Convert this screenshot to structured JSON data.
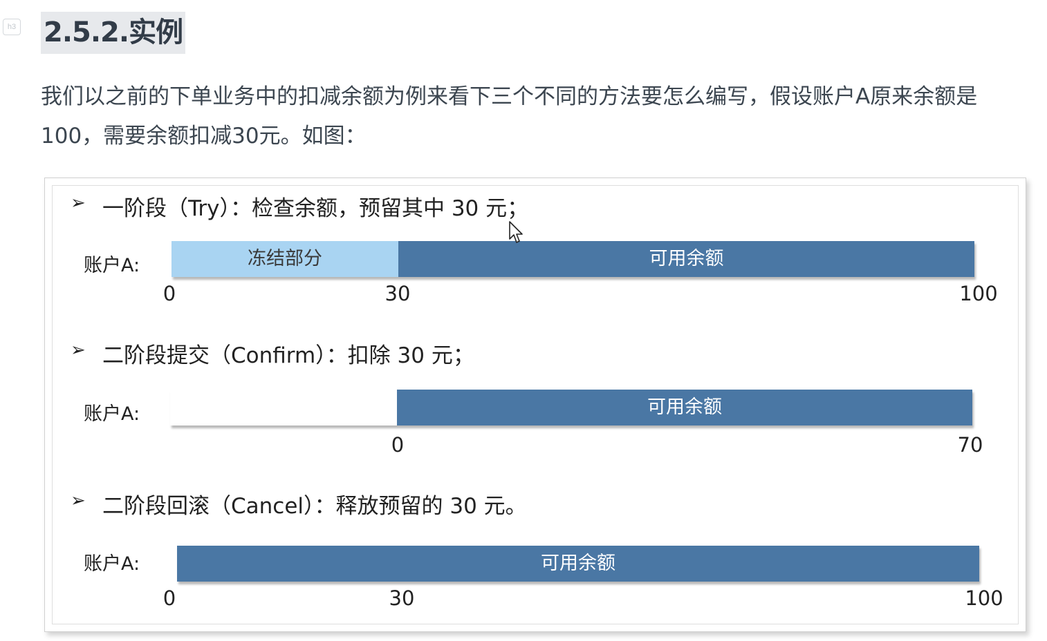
{
  "heading": {
    "tag": "h3",
    "title": "2.5.2.实例"
  },
  "intro": "我们以之前的下单业务中的扣减余额为例来看下三个不同的方法要怎么编写，假设账户A原来余额是100，需要余额扣减30元。如图：",
  "figure": {
    "bullet": "➢",
    "account_label": "账户A:",
    "colors": {
      "frozen": "#a9d4f2",
      "available": "#4a77a4"
    },
    "stages": [
      {
        "title": "一阶段（Try）：检查余额，预留其中 30 元；",
        "segments": [
          {
            "kind": "frozen",
            "label": "冻结部分",
            "share": 0.3
          },
          {
            "kind": "available",
            "label": "可用余额",
            "share": 0.7
          }
        ],
        "ticks": [
          "0",
          "30",
          "100"
        ]
      },
      {
        "title": "二阶段提交（Confirm）：扣除 30 元；",
        "segments": [
          {
            "kind": "empty",
            "label": "",
            "share": 0.3
          },
          {
            "kind": "available",
            "label": "可用余额",
            "share": 0.7
          }
        ],
        "ticks": [
          "0",
          "70"
        ]
      },
      {
        "title": "二阶段回滚（Cancel）：释放预留的 30 元。",
        "segments": [
          {
            "kind": "available",
            "label": "可用余额",
            "share": 1.0
          }
        ],
        "ticks": [
          "0",
          "30",
          "100"
        ]
      }
    ]
  }
}
